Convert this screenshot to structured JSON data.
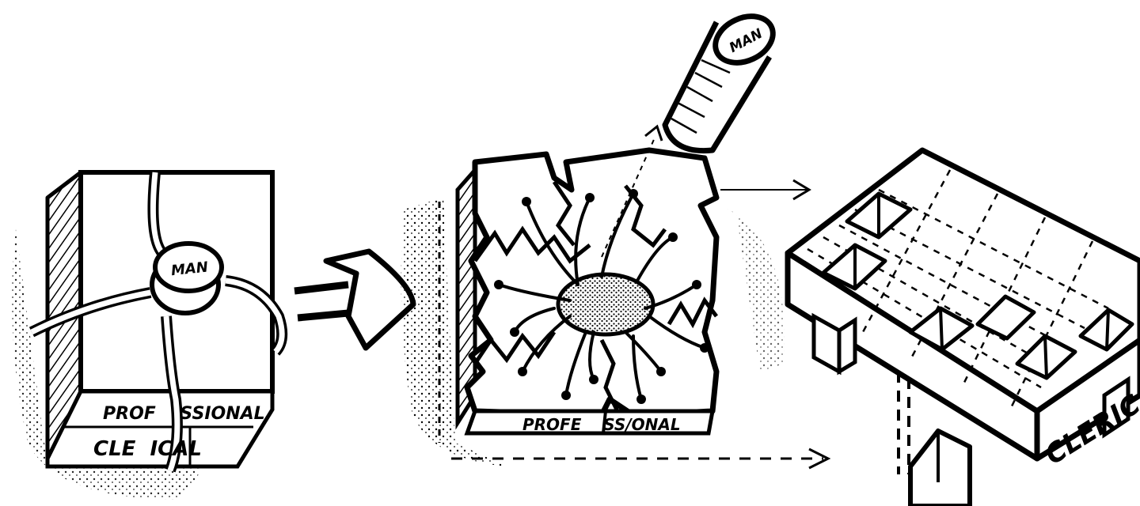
{
  "sketch": {
    "ink_color": "#000000",
    "paper_color": "#ffffff",
    "block_before": {
      "seal_label": "MAN",
      "top_band_text": "PROF    SSIONAL",
      "bottom_band_text": "CLE  ICAL"
    },
    "block_exploded": {
      "band_text": "PROFE    SS/ONAL"
    },
    "removed_cylinder": {
      "label": "MAN"
    },
    "block_after": {
      "label": "CLERICAL"
    }
  }
}
